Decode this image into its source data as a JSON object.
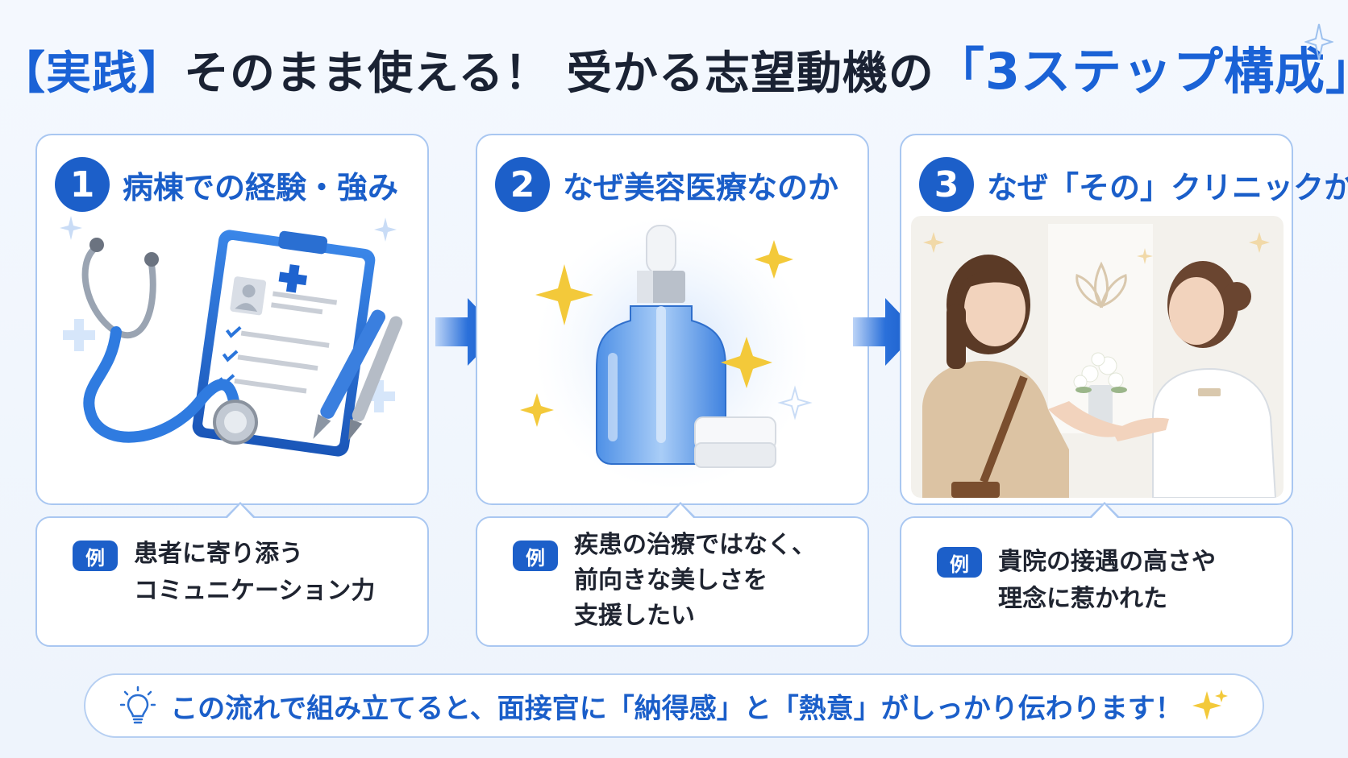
{
  "title": {
    "prefix": "【実践】",
    "main": "そのまま使える！ 受かる志望動機の",
    "bracket_open": "「",
    "highlight": "3ステップ構成",
    "bracket_close": "」"
  },
  "steps": [
    {
      "number": "1",
      "heading": "病棟での経験・強み",
      "icon": "stethoscope-clipboard-icon",
      "example_badge": "例",
      "example_lines": [
        "患者に寄り添う",
        "コミュニケーション力"
      ]
    },
    {
      "number": "2",
      "heading": "なぜ美容医療なのか",
      "icon": "serum-bottle-icon",
      "example_badge": "例",
      "example_lines": [
        "疾患の治療ではなく、",
        "前向きな美しさを",
        "支援したい"
      ]
    },
    {
      "number": "3",
      "heading": "なぜ「その」クリニックか",
      "icon": "handshake-clinic-icon",
      "example_badge": "例",
      "example_lines": [
        "貴院の接遇の高さや",
        "理念に惹かれた"
      ]
    }
  ],
  "footer": {
    "text": "この流れで組み立てると、面接官に「納得感」と「熱意」がしっかり伝わります！",
    "icon": "lightbulb-icon"
  },
  "colors": {
    "accent": "#1a62d6",
    "accent_dark": "#1c5fc9",
    "border": "#a9c7f1",
    "sparkle": "#f3c93a"
  }
}
